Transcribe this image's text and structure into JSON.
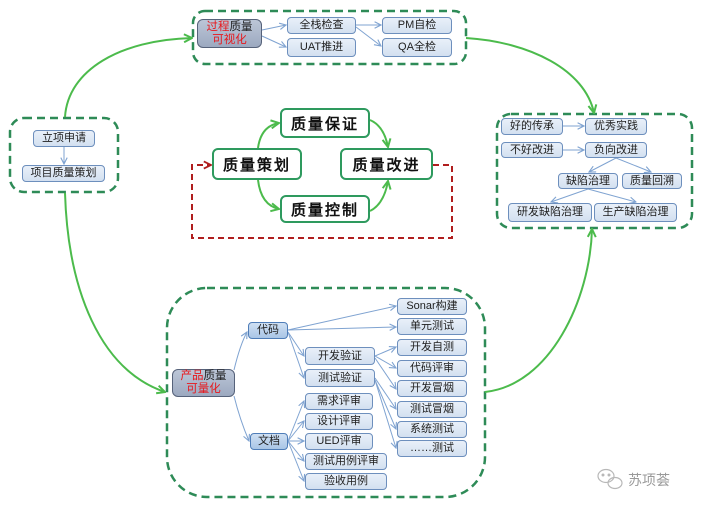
{
  "colors": {
    "container_border": "#2e8b57",
    "flow_arrow": "#4cbb4c",
    "feedback_arrow": "#b01e1e",
    "connector": "#7fa3d1",
    "node_fill": "#dce6f2",
    "node_border": "#6d8fbd",
    "root_fill": "#a9b4c8",
    "highlight_text": "#e8161b"
  },
  "project_init": {
    "apply": "立项申请",
    "planning": "项目质量策划"
  },
  "process_quality": {
    "root": {
      "part1": "过程",
      "part2": "质量",
      "part3": "可视化"
    },
    "level1": [
      "全栈检查",
      "UAT推进"
    ],
    "level2": [
      "PM自检",
      "QA全检"
    ]
  },
  "quality_cycle": {
    "planning": "质量策划",
    "assurance": "质量保证",
    "control": "质量控制",
    "improvement": "质量改进"
  },
  "improvement": {
    "good_inherit": "好的传承",
    "best_practice": "优秀实践",
    "bad_improve": "不好改进",
    "negative_improve": "负向改进",
    "defect_governance": "缺陷治理",
    "quality_retrospect": "质量回溯",
    "dev_defect": "研发缺陷治理",
    "prod_defect": "生产缺陷治理"
  },
  "product_quality": {
    "root": {
      "part1": "产品",
      "part2": "质量",
      "part3": "可量化"
    },
    "code": "代码",
    "docs": "文档",
    "code_items": [
      "Sonar构建",
      "单元测试"
    ],
    "dev_verify": "开发验证",
    "test_verify": "测试验证",
    "dev_verify_items": [
      "开发自测",
      "代码评审",
      "开发冒烟"
    ],
    "test_verify_items": [
      "测试冒烟",
      "系统测试",
      "……测试"
    ],
    "doc_items": [
      "需求评审",
      "设计评审",
      "UED评审",
      "测试用例评审",
      "验收用例"
    ]
  },
  "watermark": {
    "icon": "wechat-icon",
    "text": "苏项荟"
  }
}
